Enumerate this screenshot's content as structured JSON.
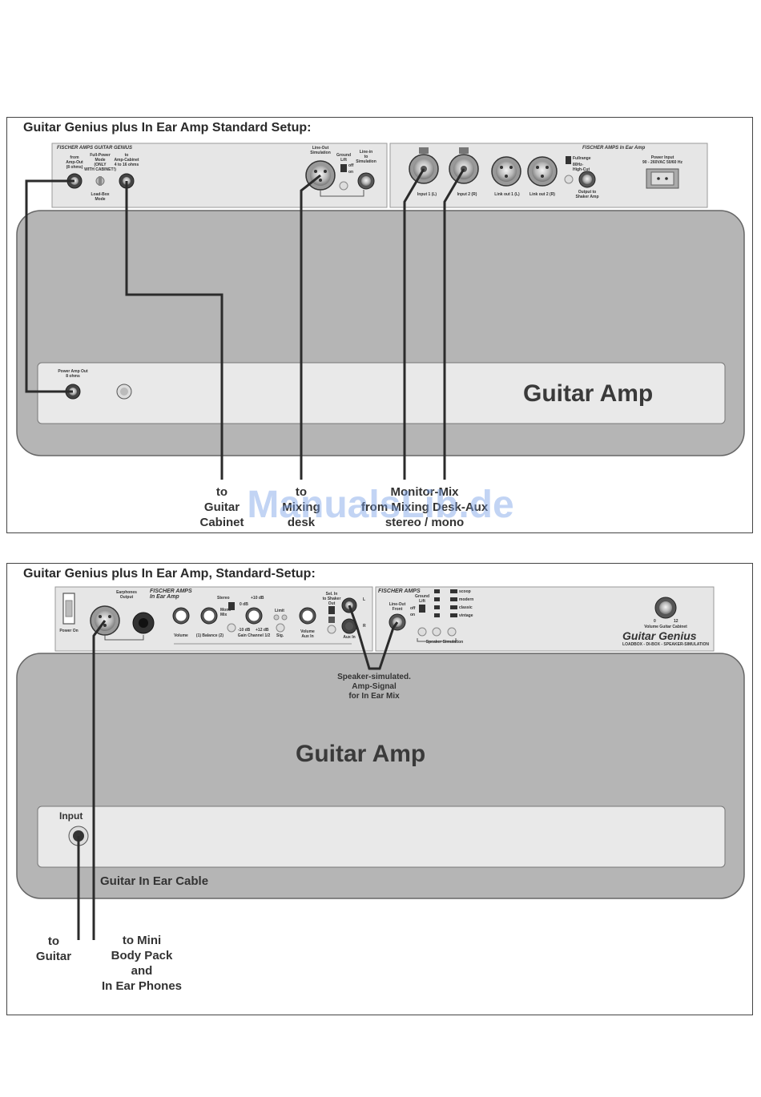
{
  "watermark": "ManualsLib.de",
  "setup1": {
    "title": "Guitar Genius plus In Ear Amp Standard Setup:",
    "genius_panel": {
      "brand": "FISCHER AMPS  GUITAR GENIUS",
      "from_amp_out": "from\nAmp-Out\n(8 ohms)",
      "full_power_mode": "Full-Power\nMode\n(ONLY\nWITH CABINET!)",
      "to_amp_cabinet": "to\nAmp-Cabinet\n4 to 16 ohms",
      "load_box_mode": "Load-Box\nMode",
      "line_out_simulation": "Line-Out\nSimulation",
      "ground_lift": "Ground\nLift",
      "off": "off",
      "on": "on",
      "line_in_simulation": "Line-in\nto\nSimulation"
    },
    "inear_panel": {
      "brand": "FISCHER AMPS  In Ear Amp",
      "input1": "Input 1 (L)",
      "input2": "Input 2 (R)",
      "link_out1": "Link out 1 (L)",
      "link_out2": "Link out 2 (R)",
      "fullrange": "Fullrange",
      "high_cut": "80Hz-\nHigh-Cut",
      "output_to_shaker": "Output to\nShaker Amp",
      "power_input": "Power Input\n90 - 260VAC 50/60 Hz"
    },
    "amp": {
      "label": "Guitar Amp",
      "power_amp_out": "Power Amp Out\n8 ohms"
    },
    "destinations": {
      "cabinet": "to\nGuitar\nCabinet",
      "mixing_desk": "to\nMixing\ndesk",
      "monitor_mix": "Monitor-Mix\nfrom Mixing Desk-Aux\nstereo / mono"
    }
  },
  "setup2": {
    "title": "Guitar Genius plus In Ear Amp, Standard-Setup:",
    "inear_panel": {
      "power_on": "Power On",
      "earphones_output": "Earphones\nOutput",
      "brand": "FISCHER AMPS\nIn Ear Amp",
      "stereo": "Stereo",
      "mono_mix": "Mono\nMix",
      "volume": "Volume",
      "balance": "(1) Balance (2)",
      "gain_channel": "Gain Channel 1/2",
      "plus10db": "+10 dB",
      "zero_db": "0 dB",
      "minus10db": "-10 dB",
      "plus12db": "+12 dB",
      "limit": "Limit",
      "sig": "Sig.",
      "volume_aux_in": "Volume\nAux In",
      "sel_to_shaker": "Sel. In\nto Shaker\nOut",
      "aux_in": "Aux In",
      "l": "L",
      "r": "R"
    },
    "genius_panel": {
      "brand": "FISCHER AMPS",
      "line_out_front": "Line-Out\nFront",
      "ground_lift": "Ground\nLift",
      "off": "off",
      "on": "on",
      "modes": [
        "scoop",
        "modern",
        "classic",
        "vintage"
      ],
      "speaker_simulation": "Speaker Simulation",
      "volume_guitar_cabinet": "Volume Guitar Cabinet",
      "knob_min": "0",
      "knob_max": "12",
      "product": "Guitar Genius",
      "subtitle": "LOADBOX - DI-BOX - SPEAKER-SIMULATION"
    },
    "speaker_signal": "Speaker-simulated.\nAmp-Signal\nfor In Ear Mix",
    "amp": {
      "label": "Guitar Amp",
      "input": "Input",
      "cable_label": "Guitar In Ear Cable"
    },
    "destinations": {
      "guitar": "to\nGuitar",
      "body_pack": "to Mini\nBody Pack\nand\nIn Ear Phones"
    }
  }
}
